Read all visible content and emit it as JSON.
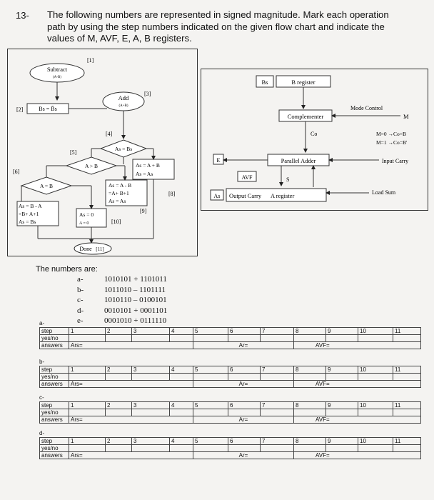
{
  "question": {
    "number": "13-",
    "lines": [
      "The following numbers are represented in signed magnitude. Mark each operation",
      "path by using the step numbers indicated on the given flow chart and indicate the",
      "values of M, AVF, E, A, B registers."
    ]
  },
  "flowchart": {
    "subtract_label": "Subtract",
    "subtract_sub": "(A-B)",
    "step1": "[1]",
    "step2": "[2]",
    "bs_eq": "Bs = B̄s",
    "add_label": "Add",
    "add_sub": "(A+B)",
    "step3": "[3]",
    "step4": "[4]",
    "as_eq_bs": "As = Bs",
    "step5": "[5]",
    "a_gt_b": "A > B",
    "a_plus_b_1": "As = A + B",
    "a_plus_b_2": "As = As",
    "step6": "[6]",
    "a_eq_b": "A = B",
    "a_minus_b_1": "As = A - B",
    "a_minus_b_2": "=A+ B+1",
    "a_minus_b_3": "As = As",
    "step8": "[8]",
    "step9": "[9]",
    "b_minus_a_1": "As = B - A",
    "b_minus_a_2": "=B+ A+1",
    "b_minus_a_3": "As = Bs",
    "a0_1": "As = 0",
    "a0_2": "A = 0",
    "step10": "[10]",
    "done": "Done",
    "step11": "[11]"
  },
  "hardware": {
    "bs_label": "Bs",
    "b_register": "B register",
    "mode_control": "Mode Control",
    "m_label": "M",
    "complementer": "Complementer",
    "co": "Co",
    "m0": "M=0 →Co=B",
    "m1": "M=1 →Co=B'",
    "e_label": "E",
    "parallel_adder": "Parallel Adder",
    "input_carry": "Input Carry",
    "avf": "AVF",
    "s_label": "S",
    "as_label": "As",
    "output_carry": "Output Carry",
    "a_register": "A register",
    "load_sum": "Load Sum"
  },
  "numbers": {
    "title": "The numbers are:",
    "items": [
      {
        "label": "a-",
        "expr": "1010101 + 1101011"
      },
      {
        "label": "b-",
        "expr": "1011010 – 1101111"
      },
      {
        "label": "c-",
        "expr": "1010110 – 0100101"
      },
      {
        "label": "d-",
        "expr": "0010101 + 0001101"
      },
      {
        "label": "e-",
        "expr": "0001010 + 0111110"
      }
    ]
  },
  "tables": [
    {
      "label": "a-",
      "row_step": "step",
      "row_yesno": "yes/no",
      "row_answers": "answers",
      "ars": "Ars=",
      "ar": "Ar=",
      "avf": "AVF="
    },
    {
      "label": "b-",
      "row_step": "step",
      "row_yesno": "yes/no",
      "row_answers": "answers",
      "ars": "Ars=",
      "ar": "Ar=",
      "avf": "AVF="
    },
    {
      "label": "c-",
      "row_step": "step",
      "row_yesno": "yes/no",
      "row_answers": "answers",
      "ars": "Ars=",
      "ar": "Ar=",
      "avf": "AVF="
    },
    {
      "label": "d-",
      "row_step": "step",
      "row_yesno": "yes/no",
      "row_answers": "answers",
      "ars": "Ars=",
      "ar": "Ar=",
      "avf": "AVF="
    }
  ],
  "step_numbers": [
    "1",
    "2",
    "3",
    "4",
    "5",
    "6",
    "7",
    "8",
    "9",
    "10",
    "11"
  ]
}
